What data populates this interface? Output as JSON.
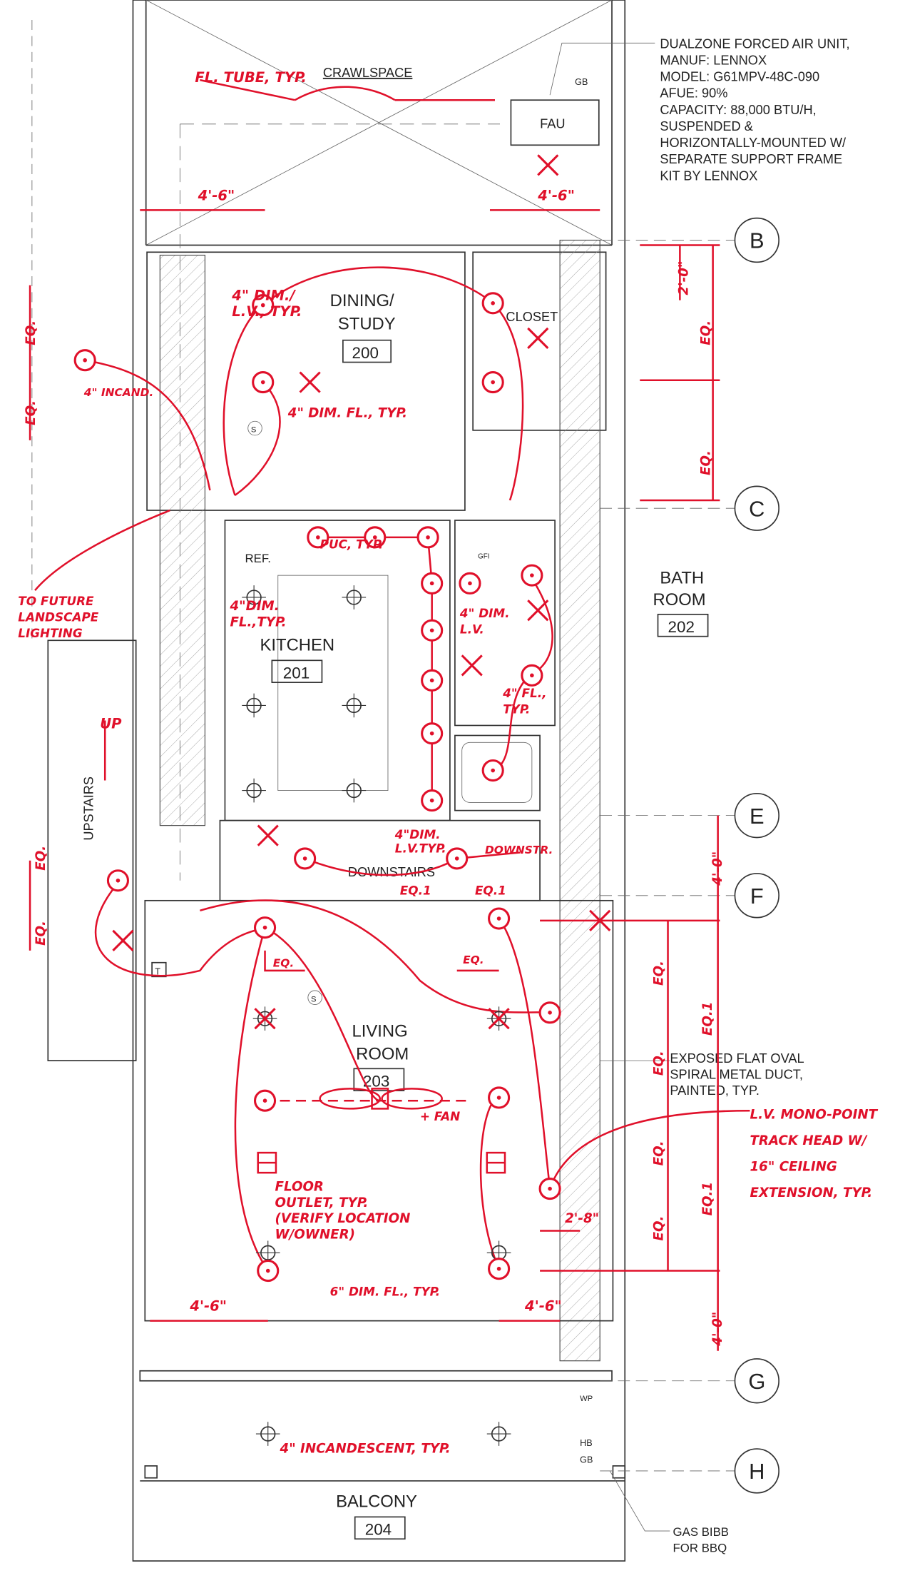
{
  "fau_note": [
    "DUALZONE FORCED AIR UNIT,",
    "MANUF: LENNOX",
    "MODEL: G61MPV-48C-090",
    "AFUE: 90%",
    "CAPACITY: 88,000 BTU/H,",
    "SUSPENDED &",
    "HORIZONTALLY-MOUNTED W/",
    "SEPARATE SUPPORT FRAME",
    "KIT BY LENNOX"
  ],
  "duct_note": [
    "EXPOSED FLAT OVAL",
    "SPIRAL METAL DUCT,",
    "PAINTED, TYP."
  ],
  "gas_note": [
    "GAS BIBB",
    "FOR BBQ"
  ],
  "labels": {
    "crawlspace": "CRAWLSPACE",
    "fau": "FAU",
    "closet": "CLOSET",
    "ref": "REF.",
    "downstairs": "DOWNSTAIRS",
    "upstairs": "UPSTAIRS",
    "gb": "GB",
    "hb": "HB",
    "wp": "WP",
    "gfi": "GFI",
    "t": "T",
    "s": "S"
  },
  "rooms": [
    {
      "name": [
        "DINING/",
        "STUDY"
      ],
      "number": "200"
    },
    {
      "name": [
        "KITCHEN"
      ],
      "number": "201"
    },
    {
      "name": [
        "BATH",
        "ROOM"
      ],
      "number": "202"
    },
    {
      "name": [
        "LIVING",
        "ROOM"
      ],
      "number": "203"
    },
    {
      "name": [
        "BALCONY"
      ],
      "number": "204"
    }
  ],
  "grid": [
    "B",
    "C",
    "E",
    "F",
    "G",
    "H"
  ],
  "redline": {
    "fl_tube": "FL. TUBE, TYP.",
    "dim_4_6": "4'-6\"",
    "dim_2_0": "2'-0\"",
    "dim_4_0": "4'-0\"",
    "dim_2_8": "2'-8\"",
    "eq": "EQ.",
    "eq1": "EQ.1",
    "dim_lv": [
      "4\" DIM./",
      "L.V., TYP."
    ],
    "incand": "4\" INCAND.",
    "dim_fl": "4\" DIM. FL., TYP.",
    "future": [
      "TO FUTURE",
      "LANDSCAPE",
      "LIGHTING"
    ],
    "puc": "PUC, TYP.",
    "kitchen_fl": [
      "4\"DIM.",
      "FL.,TYP."
    ],
    "bath_lv": [
      "4\" DIM.",
      "L.V."
    ],
    "bath_fl": [
      "4\" FL.,",
      "TYP."
    ],
    "up": "UP",
    "stair_lv": [
      "4\"DIM.",
      "L.V.TYP."
    ],
    "downstr": "DOWNSTR.",
    "fan": "+ FAN",
    "outlet": [
      "FLOOR",
      "OUTLET, TYP.",
      "(VERIFY LOCATION",
      "W/OWNER)"
    ],
    "dim6": "6\" DIM. FL., TYP.",
    "balcony": "4\" INCANDESCENT, TYP.",
    "monopoint": [
      "L.V. MONO-POINT",
      "TRACK HEAD W/",
      "16\" CEILING",
      "EXTENSION, TYP."
    ]
  }
}
